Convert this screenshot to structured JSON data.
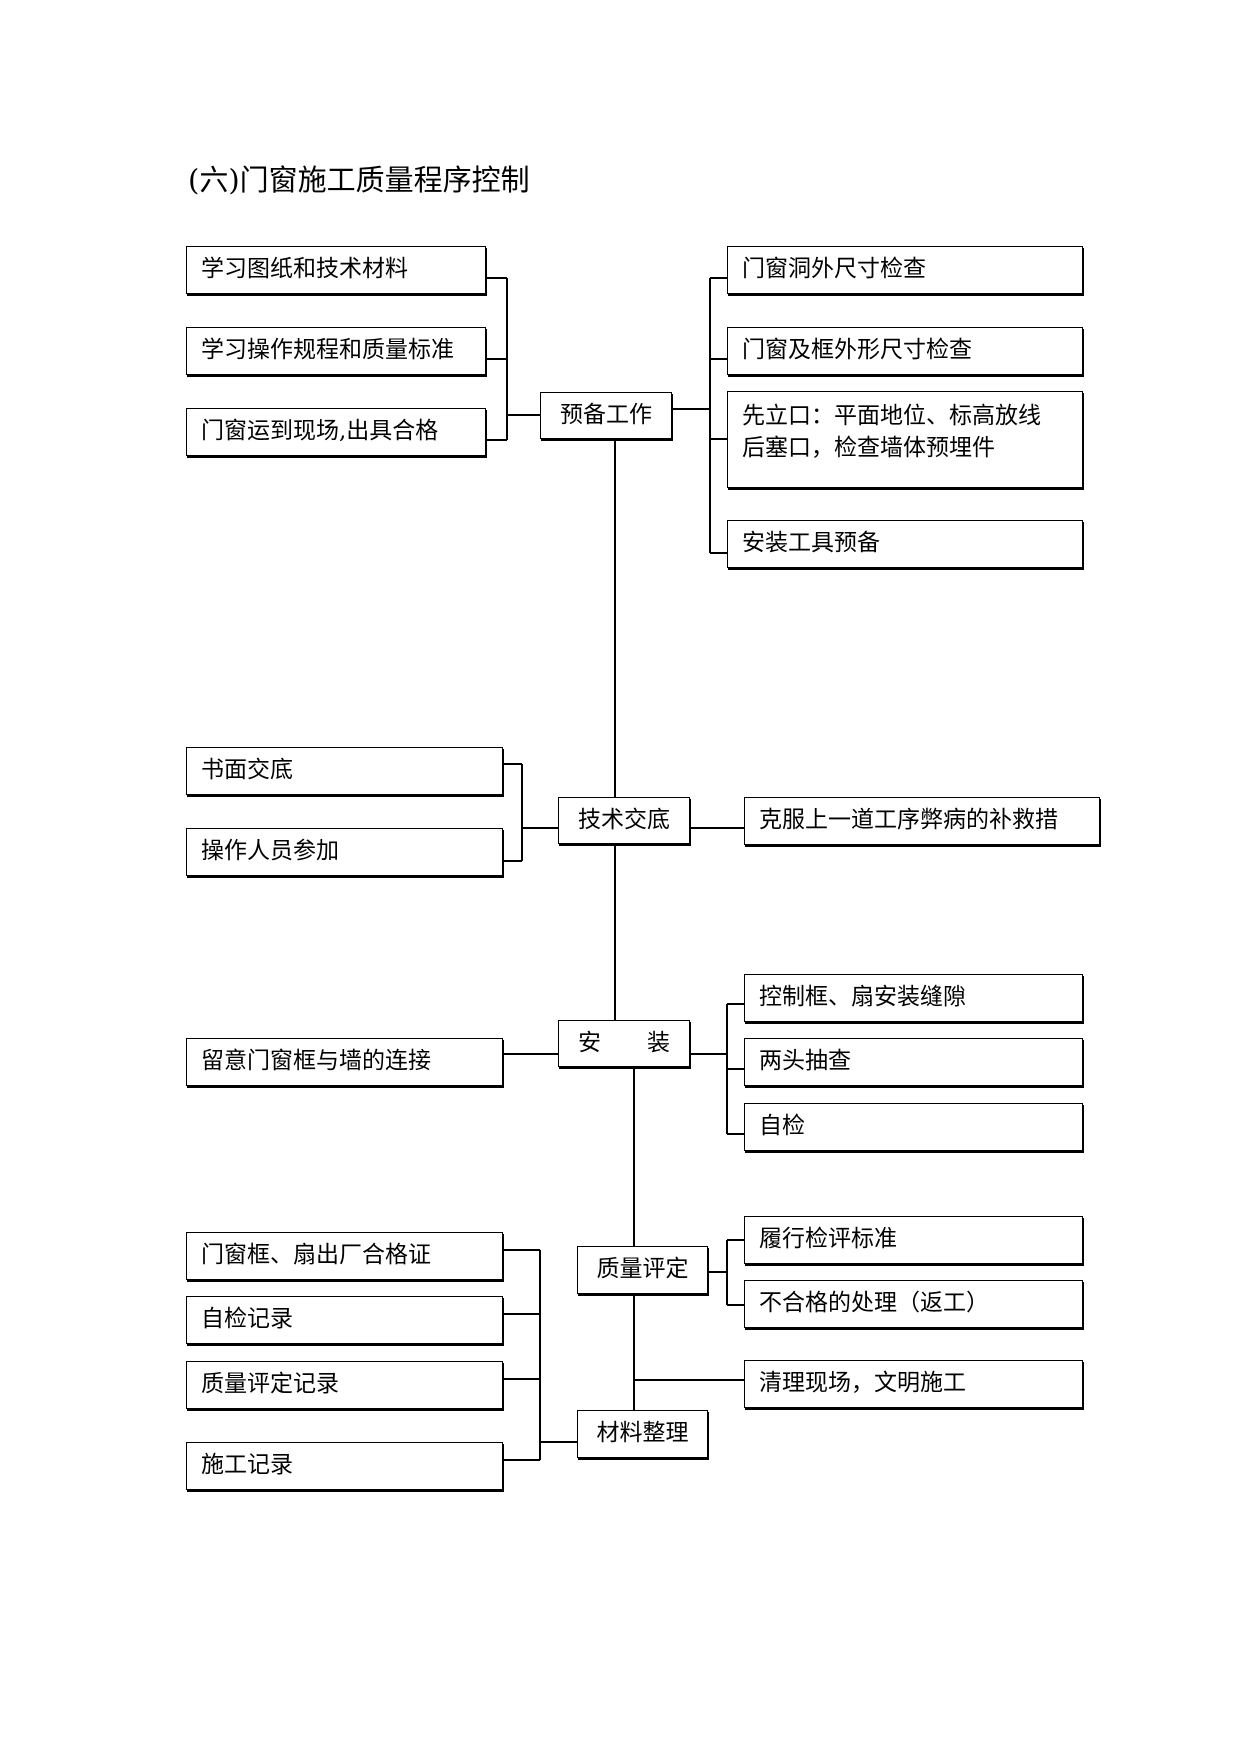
{
  "title": "(六)门窗施工质量程序控制",
  "nodes": {
    "prep": "预备工作",
    "tech": "技术交底",
    "install": "安　　装",
    "quality": "质量评定",
    "materials": "材料整理"
  },
  "prep_inputs": [
    "学习图纸和技术材料",
    "学习操作规程和质量标准",
    "门窗运到现场,出具合格"
  ],
  "prep_outputs": {
    "check_opening": "门窗洞外尺寸检查",
    "check_frame": "门窗及框外形尺寸检查",
    "setout_line1": "先立口：平面地位、标高放线",
    "setout_line2": "后塞口，检查墙体预埋件",
    "tools": "安装工具预备"
  },
  "tech_inputs": [
    "书面交底",
    "操作人员参加"
  ],
  "tech_output": "克服上一道工序弊病的补救措",
  "install_input": "留意门窗框与墙的连接",
  "install_outputs": [
    "控制框、扇安装缝隙",
    "两头抽查",
    "自检"
  ],
  "quality_outputs": [
    "履行检评标准",
    "不合格的处理（返工）"
  ],
  "cleanup": "清理现场，文明施工",
  "records": [
    "门窗框、扇出厂合格证",
    "自检记录",
    "质量评定记录",
    "施工记录"
  ]
}
